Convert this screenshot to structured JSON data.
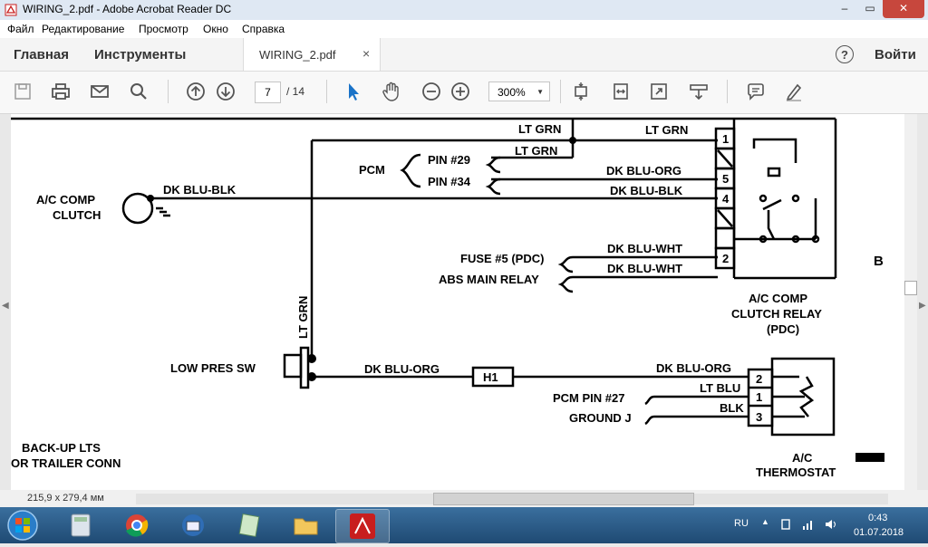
{
  "window": {
    "title": "WIRING_2.pdf - Adobe Acrobat Reader DC",
    "minimize": "–",
    "maximize": "▭",
    "close": "✕"
  },
  "menu": [
    "Файл",
    "Редактирование",
    "Просмотр",
    "Окно",
    "Справка"
  ],
  "tabs": {
    "home": "Главная",
    "tools": "Инструменты",
    "document": "WIRING_2.pdf",
    "close": "×",
    "help": "?",
    "login": "Войти"
  },
  "toolbar": {
    "page_current": "7",
    "page_total": "/ 14",
    "zoom": "300%",
    "zoom_arrow": "▼"
  },
  "status": {
    "page_size": "215,9 x 279,4 мм"
  },
  "diagram": {
    "lt_grn_top": "LT GRN",
    "lt_grn_2": "LT GRN",
    "lt_grn_3": "LT GRN",
    "pcm": "PCM",
    "pin29": "PIN #29",
    "pin34": "PIN #34",
    "dk_blu_org_1": "DK BLU-ORG",
    "dk_blu_blk_1": "DK BLU-BLK",
    "dk_blu_blk_2": "DK BLU-BLK",
    "ac_comp": "A/C COMP",
    "clutch": "CLUTCH",
    "fuse": "FUSE #5 (PDC)",
    "abs": "ABS MAIN RELAY",
    "dk_blu_wht_1": "DK BLU-WHT",
    "dk_blu_wht_2": "DK BLU-WHT",
    "relay_l1": "A/C COMP",
    "relay_l2": "CLUTCH RELAY",
    "relay_l3": "(PDC)",
    "pin1": "1",
    "pin5": "5",
    "pin4": "4",
    "pin2": "2",
    "section": "B",
    "lt_grn_vert": "LT GRN",
    "low_pres": "LOW PRES SW",
    "dk_blu_org_2": "DK BLU-ORG",
    "h1": "H1",
    "dk_blu_org_3": "DK BLU-ORG",
    "lt_blu": "LT BLU",
    "blk": "BLK",
    "pcm27": "PCM PIN #27",
    "ground": "GROUND J",
    "tpin2": "2",
    "tpin1": "1",
    "tpin3": "3",
    "therm_l1": "A/C",
    "therm_l2": "THERMOSTAT",
    "backup_l1": "BACK-UP LTS",
    "backup_l2": "OR TRAILER CONN"
  },
  "tray": {
    "lang": "RU",
    "time": "0:43",
    "date": "01.07.2018"
  },
  "colors": {
    "close_red": "#c7473d",
    "acrobat_red": "#c81e1e",
    "taskbar": "#2b5b86"
  }
}
